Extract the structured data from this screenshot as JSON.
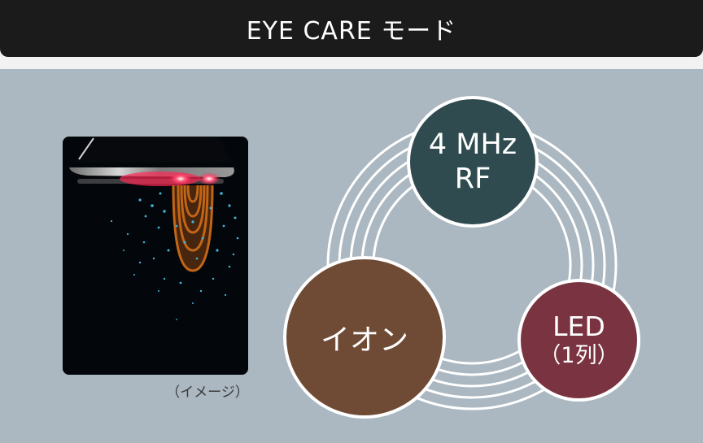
{
  "header": {
    "title": "EYE CARE モード"
  },
  "image": {
    "caption": "（イメージ）",
    "alt": "device-emitting-rf-led-ion-illustration"
  },
  "diagram": {
    "nodes": [
      {
        "id": "rf",
        "line1": "4 MHz",
        "line2": "RF",
        "color": "#2f4b4f"
      },
      {
        "id": "ion",
        "line1": "イオン",
        "color": "#6f4a35"
      },
      {
        "id": "led",
        "line1": "LED",
        "line2": "（1列）",
        "color": "#7a3340"
      }
    ],
    "rings": {
      "count": 5,
      "color": "#ffffff"
    }
  },
  "colors": {
    "header_bg": "#1b1b1b",
    "strip_bg": "#f2f2f2",
    "panel_bg": "#abb8c1"
  }
}
